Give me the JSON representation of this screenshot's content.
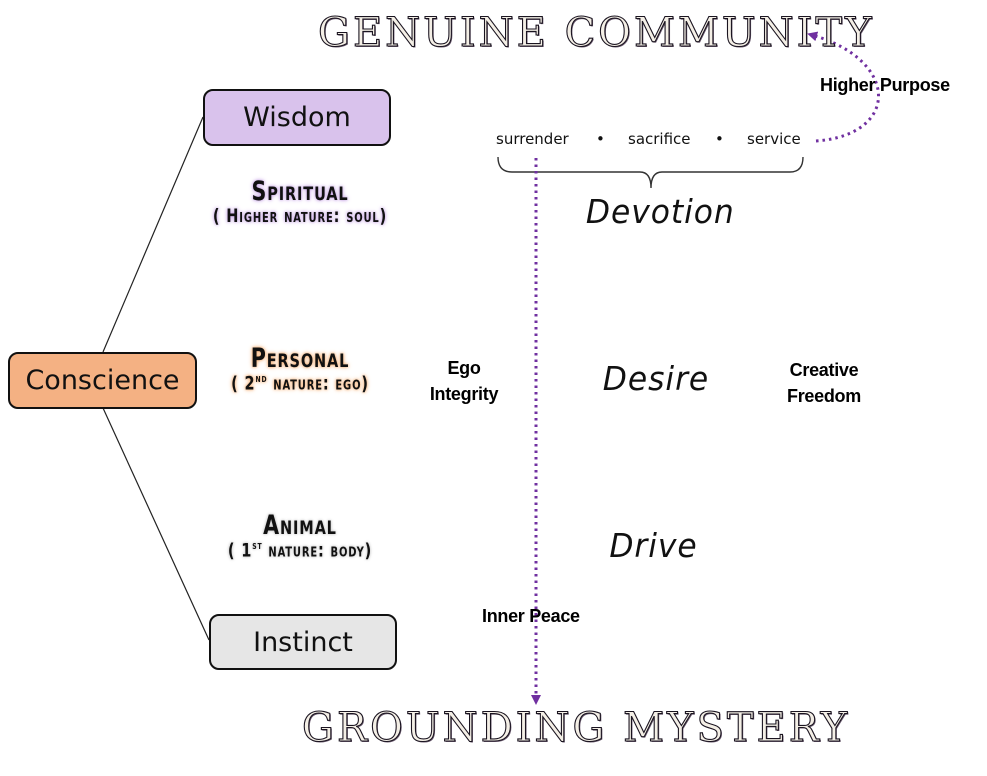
{
  "titles": {
    "top": "GENUINE COMMUNITY",
    "bottom": "GROUNDING MYSTERY"
  },
  "nodes": {
    "wisdom": {
      "label": "Wisdom",
      "color": "#d9c2ec"
    },
    "conscience": {
      "label": "Conscience",
      "color": "#f4b183"
    },
    "instinct": {
      "label": "Instinct",
      "color": "#e6e6e6"
    }
  },
  "levels": [
    {
      "name": "Spiritual",
      "subtitle_pre": "( Higher nature: soul)",
      "sup": "",
      "subtitle_post": ""
    },
    {
      "name": "Personal",
      "subtitle_pre": "( 2",
      "sup": "nd",
      "subtitle_post": " nature: ego)"
    },
    {
      "name": "Animal",
      "subtitle_pre": "( 1",
      "sup": "st",
      "subtitle_post": " nature: body)"
    }
  ],
  "motivations": {
    "devotion": "Devotion",
    "desire": "Desire",
    "drive": "Drive"
  },
  "practices": {
    "items": [
      "surrender",
      "sacrifice",
      "service"
    ],
    "separator": "•"
  },
  "labels": {
    "higher_purpose": "Higher Purpose",
    "ego_integrity_line1": "Ego",
    "ego_integrity_line2": "Integrity",
    "creative_freedom_line1": "Creative",
    "creative_freedom_line2": "Freedom",
    "inner_peace": "Inner Peace"
  },
  "colors": {
    "arrow": "#7030a0",
    "connector": "#222222"
  }
}
